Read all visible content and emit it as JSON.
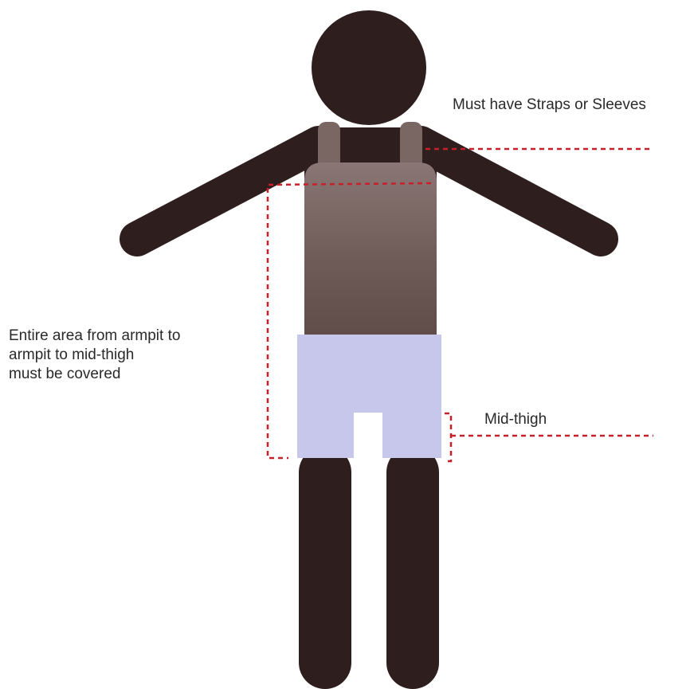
{
  "annotations": {
    "straps": "Must have Straps or Sleeves",
    "mid_thigh": "Mid-thigh",
    "coverage": [
      "Entire area from armpit to",
      "armpit to mid-thigh",
      "must be covered"
    ]
  },
  "colors": {
    "figure": "#2e1f1e",
    "top_garment": "#7a6663",
    "shorts": "#c7c7ec",
    "guide_line": "#c8202a"
  }
}
